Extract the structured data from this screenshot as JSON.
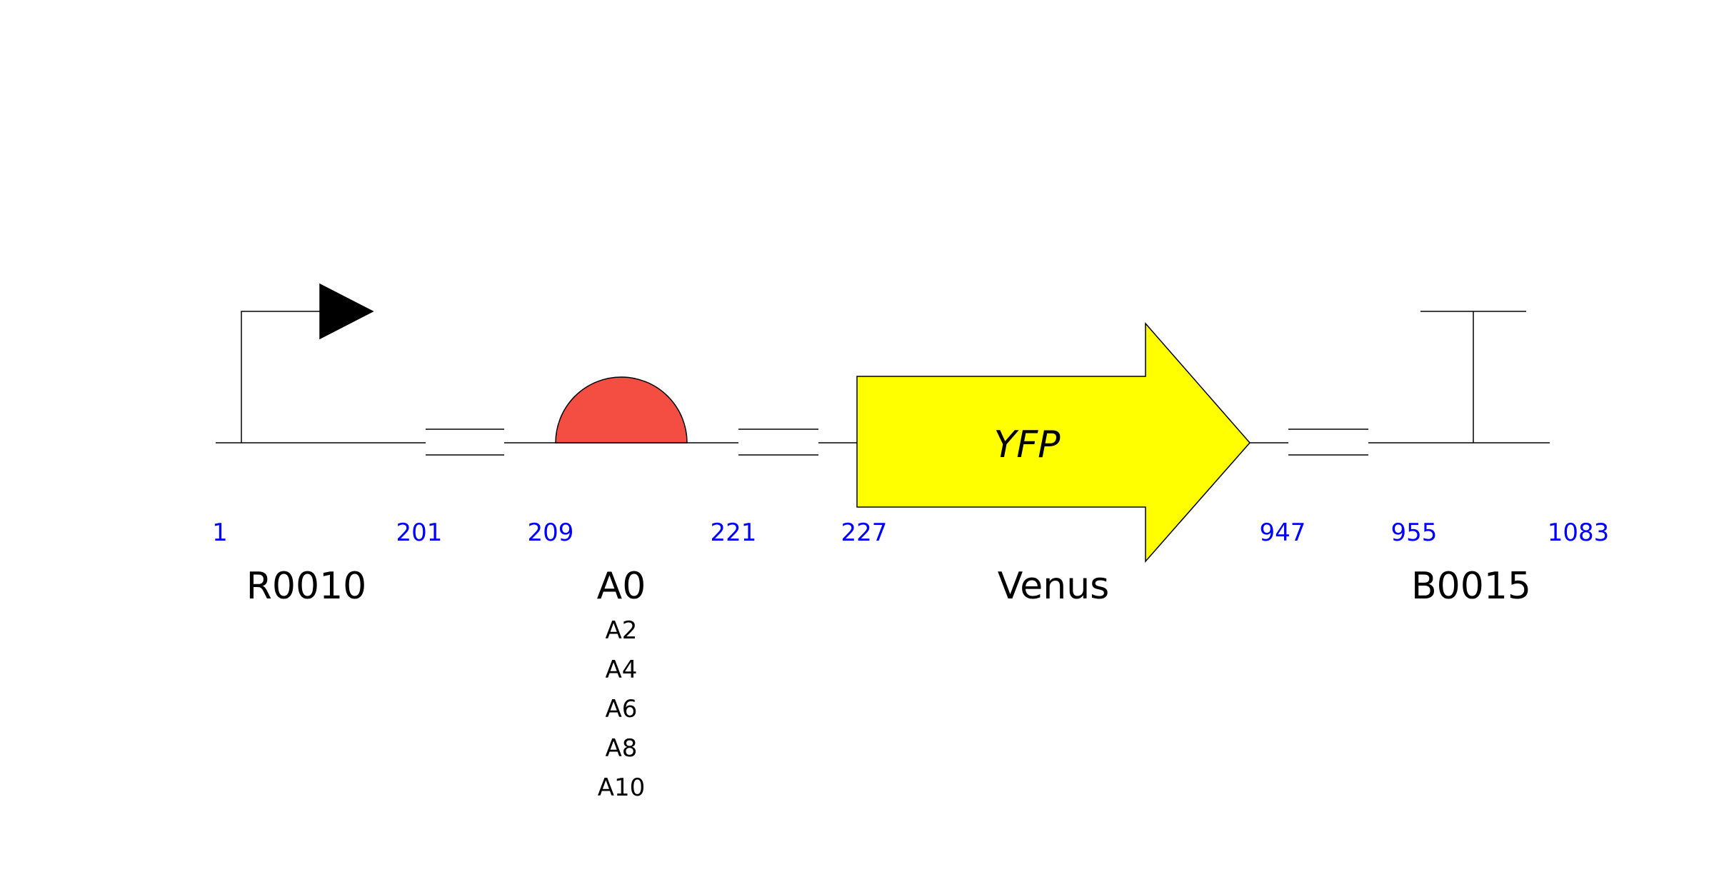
{
  "colors": {
    "backbone": "#000000",
    "position_text": "#0000ff",
    "label_text": "#000000",
    "rbs_fill": "#f44e42",
    "cds_fill": "#ffff00",
    "promoter_arrow": "#000000"
  },
  "positions": [
    "1",
    "201",
    "209",
    "221",
    "227",
    "947",
    "955",
    "1083"
  ],
  "parts": [
    {
      "glyph": "promoter",
      "name": "R0010",
      "inner_label": "",
      "variants": []
    },
    {
      "glyph": "rbs",
      "name": "A0",
      "inner_label": "",
      "variants": [
        "A2",
        "A4",
        "A6",
        "A8",
        "A10"
      ]
    },
    {
      "glyph": "cds",
      "name": "Venus",
      "inner_label": "YFP",
      "variants": []
    },
    {
      "glyph": "terminator",
      "name": "B0015",
      "inner_label": "",
      "variants": []
    }
  ],
  "scars": 3
}
